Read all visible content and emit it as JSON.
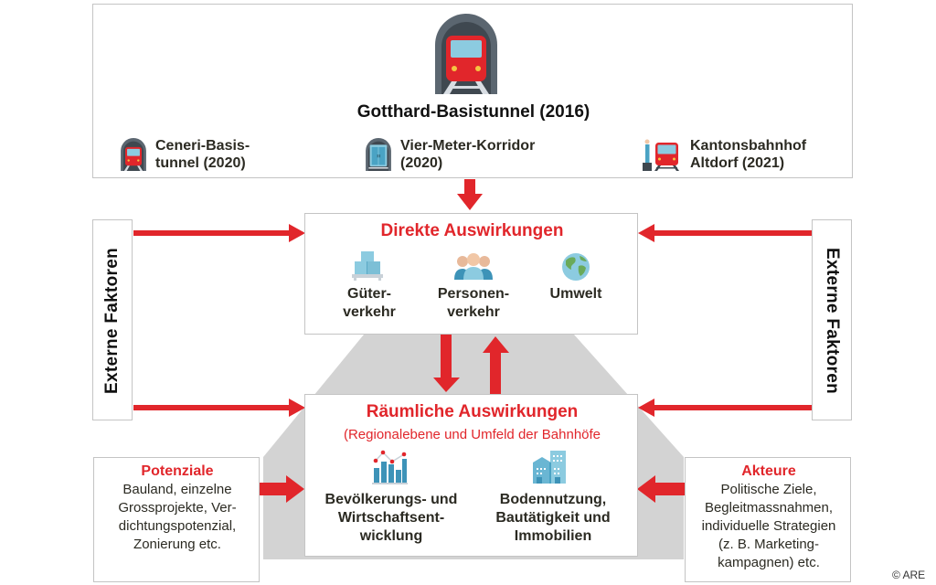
{
  "top": {
    "title": "Gotthard-Basistunnel (2016)",
    "main_icon": "train-tunnel-icon",
    "items": [
      {
        "icon": "train-tunnel-icon",
        "line1": "Ceneri-Basis-",
        "line2": "tunnel (2020)"
      },
      {
        "icon": "freight-tunnel-icon",
        "line1": "Vier-Meter-Korridor",
        "line2": "(2020)"
      },
      {
        "icon": "train-station-icon",
        "line1": "Kantonsbahnhof",
        "line2": "Altdorf (2021)"
      }
    ]
  },
  "direct": {
    "title": "Direkte Auswirkungen",
    "items": [
      {
        "icon": "boxes-icon",
        "line1": "Güter-",
        "line2": "verkehr"
      },
      {
        "icon": "people-icon",
        "line1": "Personen-",
        "line2": "verkehr"
      },
      {
        "icon": "globe-icon",
        "line1": "Umwelt",
        "line2": ""
      }
    ]
  },
  "spatial": {
    "title": "Räumliche Auswirkungen",
    "subtitle": "(Regionalebene und Umfeld der Bahnhöfe",
    "items": [
      {
        "icon": "bar-chart-icon",
        "line1": "Bevölkerungs- und",
        "line2": "Wirtschaftsent-",
        "line3": "wicklung"
      },
      {
        "icon": "buildings-icon",
        "line1": "Bodennutzung,",
        "line2": "Bautätigkeit und",
        "line3": "Immobilien"
      }
    ]
  },
  "external": {
    "left_label": "Externe Faktoren",
    "right_label": "Externe Faktoren"
  },
  "potentials": {
    "title": "Potenziale",
    "lines": [
      "Bauland, einzelne",
      "Grossprojekte, Ver-",
      "dichtungspotenzial,",
      "Zonierung etc."
    ]
  },
  "actors": {
    "title": "Akteure",
    "lines": [
      "Politische Ziele,",
      "Begleitmassnahmen,",
      "individuelle Strategien",
      "(z. B. Marketing-",
      "kampagnen) etc."
    ]
  },
  "copyright": "© ARE",
  "colors": {
    "accent_red": "#e1262b",
    "gray_band": "#d3d3d3",
    "icon_blue": "#8ccbe0",
    "tunnel_gray": "#5b6670"
  }
}
